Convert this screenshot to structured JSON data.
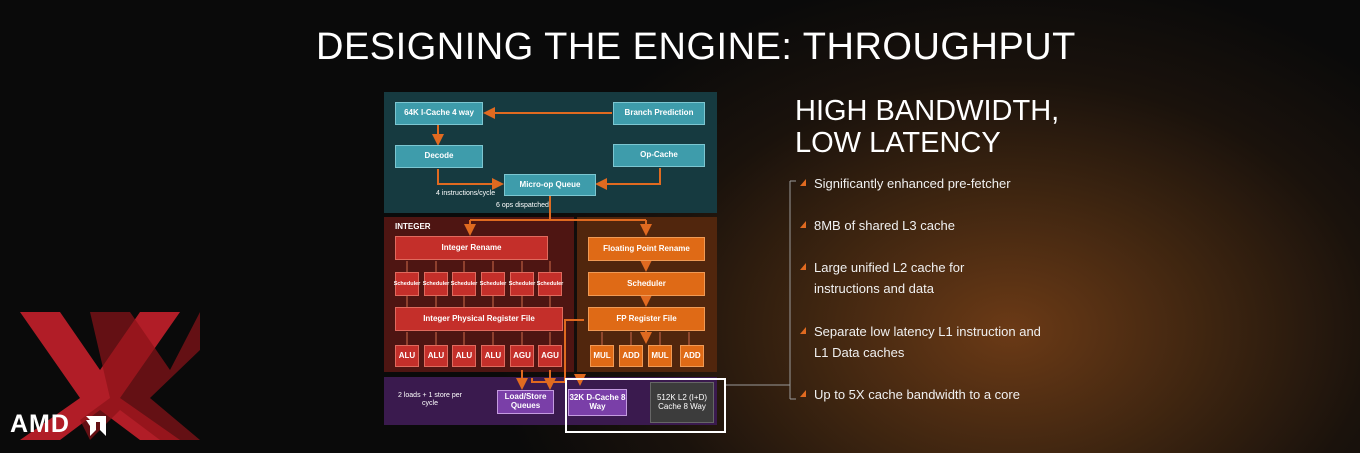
{
  "slide": {
    "title": "DESIGNING THE ENGINE: THROUGHPUT",
    "heading": [
      "HIGH BANDWIDTH,",
      "LOW LATENCY"
    ],
    "bullets": [
      "Significantly enhanced pre-fetcher",
      "8MB of shared L3 cache",
      "Large unified L2 cache for instructions and data",
      "Separate low latency  L1 instruction and L1 Data caches",
      "Up to 5X cache bandwidth to a core"
    ],
    "logo_text": "AMD"
  },
  "diagram": {
    "front_end": {
      "icache": "64K I-Cache 4 way",
      "branch": "Branch Prediction",
      "decode": "Decode",
      "opcache": "Op-Cache",
      "uop_queue": "Micro-op Queue",
      "note_ipc": "4 instructions/cycle",
      "note_ops": "6 ops dispatched"
    },
    "integer": {
      "label": "INTEGER",
      "rename": "Integer Rename",
      "scheduler": "Scheduler",
      "regfile": "Integer Physical Register File",
      "units": [
        "ALU",
        "ALU",
        "ALU",
        "ALU",
        "AGU",
        "AGU"
      ]
    },
    "fp": {
      "rename": "Floating Point Rename",
      "scheduler": "Scheduler",
      "regfile": "FP Register File",
      "units": [
        "MUL",
        "ADD",
        "MUL",
        "ADD"
      ]
    },
    "memory": {
      "loads_note": "2 loads + 1 store per cycle",
      "ls_queues": "Load/Store Queues",
      "dcache": "32K D-Cache 8 Way",
      "l2": "512K L2 (I+D) Cache 8 Way"
    },
    "colors": {
      "accent": "#e06a20",
      "teal": "#3e9cab",
      "red": "#c42f2a",
      "orange": "#df6a16",
      "purple": "#7a3fa8"
    }
  }
}
